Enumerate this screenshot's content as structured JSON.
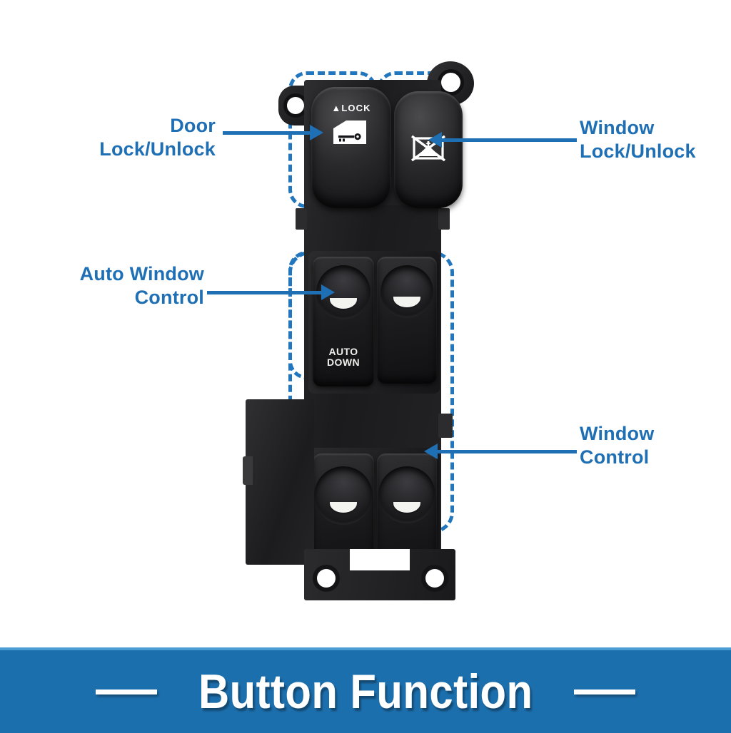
{
  "background_color": "#ffffff",
  "accent_color": "#1f6fb5",
  "banner": {
    "title": "Button Function",
    "background_color": "#1c6fad",
    "text_color": "#ffffff",
    "left_rule": "",
    "right_rule": ""
  },
  "callouts": [
    {
      "id": "door-lock",
      "label": "Door\nLock/Unlock",
      "side": "left",
      "target": "door-lock-button"
    },
    {
      "id": "window-lock",
      "label": "Window\nLock/Unlock",
      "side": "right",
      "target": "window-lock-button"
    },
    {
      "id": "auto-window",
      "label": "Auto Window\nControl",
      "side": "left",
      "target": "front-left-auto-rocker"
    },
    {
      "id": "window-control",
      "label": "Window\nControl",
      "side": "right",
      "target": "rear-right-rocker"
    }
  ],
  "product": {
    "name": "power-window-master-switch",
    "door_lock_button": {
      "label": "LOCK",
      "arrow_glyph": "▲",
      "icon": "door-with-key-icon"
    },
    "window_lock_button": {
      "icon": "window-lock-crossed-icon"
    },
    "front_left_switch": {
      "auto_label": "AUTO\nDOWN",
      "icon": "rocker-indicator"
    },
    "front_right_switch": {
      "icon": "rocker-indicator"
    },
    "rear_left_switch": {
      "icon": "rocker-indicator"
    },
    "rear_right_switch": {
      "icon": "rocker-indicator"
    }
  }
}
